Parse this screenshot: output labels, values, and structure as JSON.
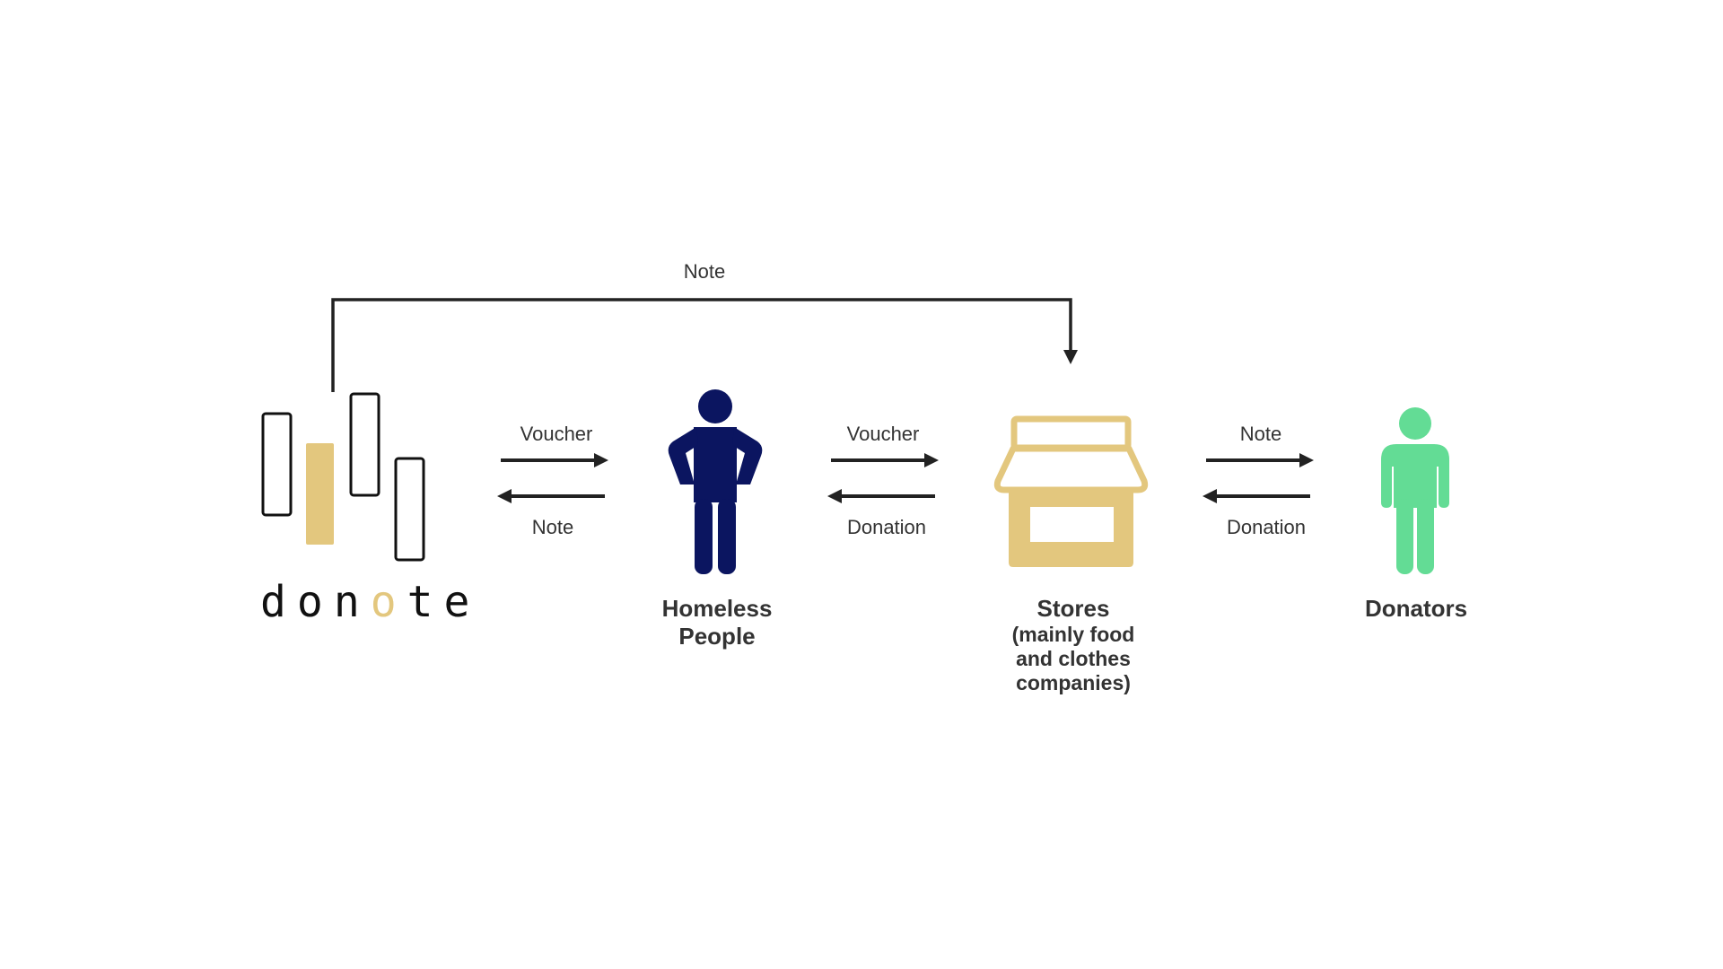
{
  "colors": {
    "ink": "#222222",
    "brand_gold": "#E3C77E",
    "homeless_navy": "#0B1560",
    "donator_green": "#63DC95"
  },
  "logo": {
    "letters": [
      "d",
      "o",
      "n",
      "o",
      "t",
      "e"
    ],
    "highlight_index": 3
  },
  "nodes": {
    "homeless": {
      "title": "Homeless",
      "title2": "People"
    },
    "stores": {
      "title": "Stores",
      "sub1": "(mainly food",
      "sub2": "and clothes",
      "sub3": "companies)"
    },
    "donators": {
      "title": "Donators"
    }
  },
  "edges": {
    "top_note": "Note",
    "donote_to_homeless": "Voucher",
    "homeless_to_donote": "Note",
    "homeless_to_stores": "Voucher",
    "stores_to_homeless": "Donation",
    "stores_to_donators": "Note",
    "donators_to_stores": "Donation"
  },
  "icons": {
    "logo": "donote-bars-logo",
    "homeless": "person-hands-on-hips-icon",
    "stores": "storefront-icon",
    "donators": "person-icon"
  }
}
